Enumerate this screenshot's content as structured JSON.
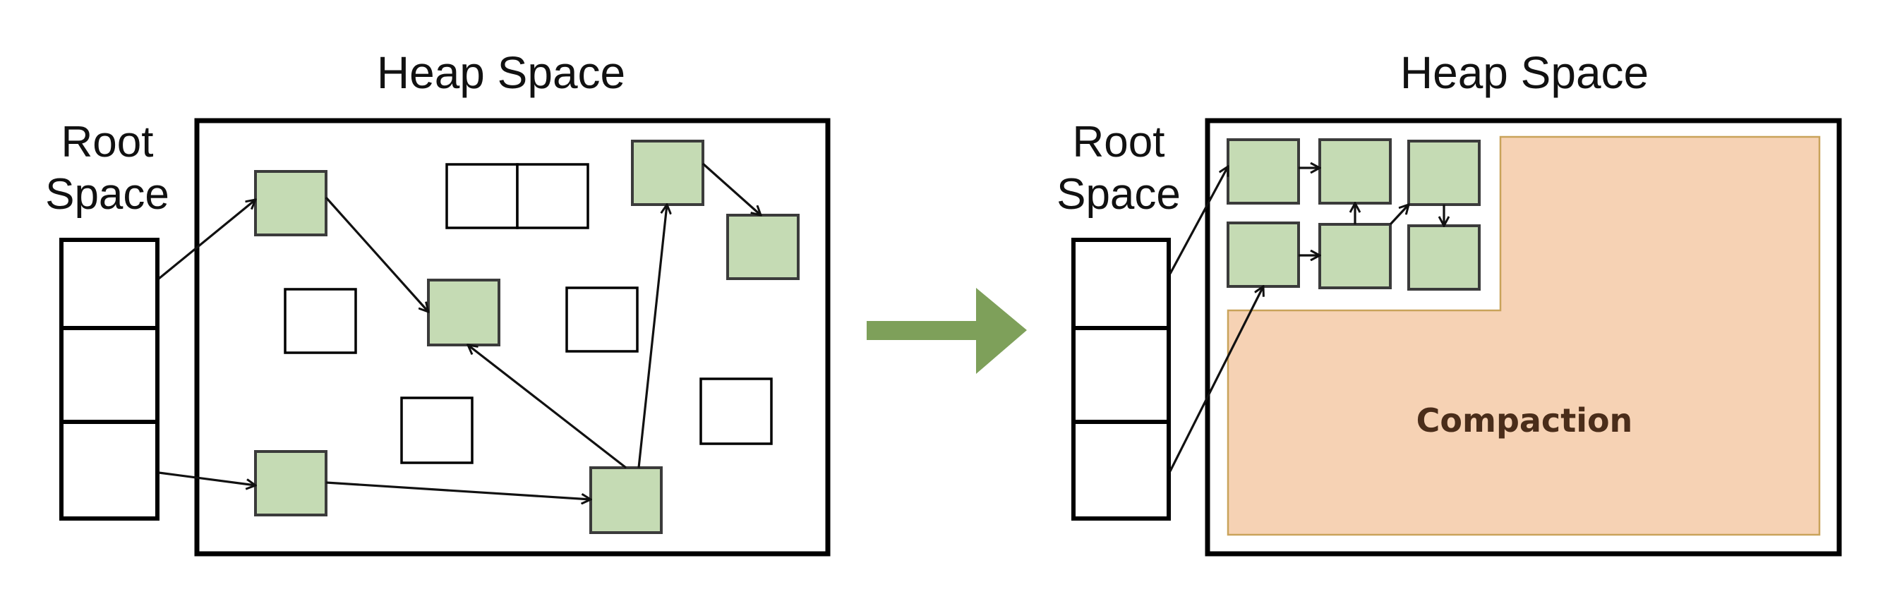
{
  "before": {
    "heap_title": "Heap Space",
    "root_title_line1": "Root",
    "root_title_line2": "Space"
  },
  "after": {
    "heap_title": "Heap Space",
    "root_title_line1": "Root",
    "root_title_line2": "Space",
    "compaction_label": "Compaction"
  },
  "colors": {
    "live_object": "#c5dbb4",
    "compaction_region": "#f6d2b4",
    "transition_arrow": "#7ea05a"
  }
}
